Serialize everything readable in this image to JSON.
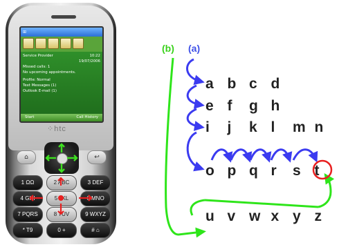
{
  "labels": {
    "b": "(b)",
    "a": "(a)"
  },
  "rows": [
    [
      "a",
      "b",
      "c",
      "d"
    ],
    [
      "e",
      "f",
      "g",
      "h"
    ],
    [
      "i",
      "j",
      "k",
      "l",
      "m",
      "n"
    ],
    [
      "o",
      "p",
      "q",
      "r",
      "s",
      "t"
    ],
    [
      "u",
      "v",
      "w",
      "x",
      "y",
      "z"
    ]
  ],
  "highlighted_letter": "t",
  "colors": {
    "label_b": "#39d11a",
    "label_a": "#3f51e8",
    "arrow_blue": "#3b3bf0",
    "arrow_green": "#2ee51a",
    "highlight_ring": "#e82020"
  },
  "phone": {
    "brand": "htc",
    "screen": {
      "title_time": "10:22",
      "provider": "Service Provider",
      "date": "19/07/2006",
      "lines": [
        "Missed calls: 1",
        "No upcoming appointments.",
        "",
        "Profile: Normal",
        "Text Messages (1)",
        "Outlook E-mail (1)"
      ],
      "softkey_left": "Start",
      "softkey_right": "Call History"
    },
    "keys": [
      {
        "label": "1 ΩΩ"
      },
      {
        "label": "2 ABC"
      },
      {
        "label": "3 DEF"
      },
      {
        "label": "4 GHI"
      },
      {
        "label": "5 JKL"
      },
      {
        "label": "6 MNO"
      },
      {
        "label": "7 PQRS"
      },
      {
        "label": "8 TUV"
      },
      {
        "label": "9 WXYZ"
      },
      {
        "label": "* T9"
      },
      {
        "label": "0 +"
      },
      {
        "label": "# ⌂"
      }
    ]
  }
}
